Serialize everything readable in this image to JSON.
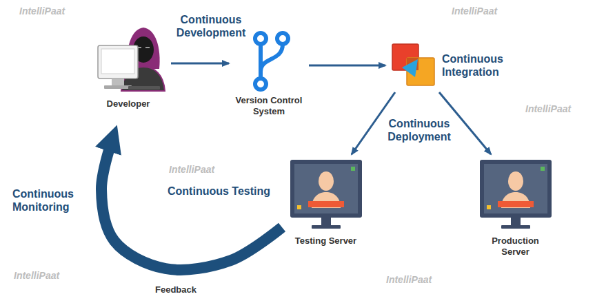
{
  "diagram": {
    "nodes": [
      {
        "text": [
          "Developer"
        ]
      },
      {
        "text": [
          "Version Control System"
        ]
      },
      {
        "text": [
          "Continuous Integration"
        ]
      },
      {
        "text": [
          "Testing Server"
        ]
      },
      {
        "text": [
          "Production Server"
        ]
      }
    ],
    "edges": [
      {
        "from": 0,
        "to": 1,
        "arrow": "to",
        "label": "Continuous Development"
      },
      {
        "from": 1,
        "to": 2,
        "arrow": "to"
      },
      {
        "from": 2,
        "to": 3,
        "arrow": "to"
      },
      {
        "from": 2,
        "to": 4,
        "arrow": "to"
      },
      {
        "from": 3,
        "to": 0,
        "arrow": "to",
        "label": "Feedback"
      }
    ],
    "labels": [
      "Continuous Deployment",
      "Continuous Testing",
      "Continuous Monitoring",
      "IntelliPaat",
      "IntelliPaat",
      "IntelliPaat",
      "IntelliPaat",
      "IntelliPaat",
      "IntelliPaat"
    ]
  }
}
